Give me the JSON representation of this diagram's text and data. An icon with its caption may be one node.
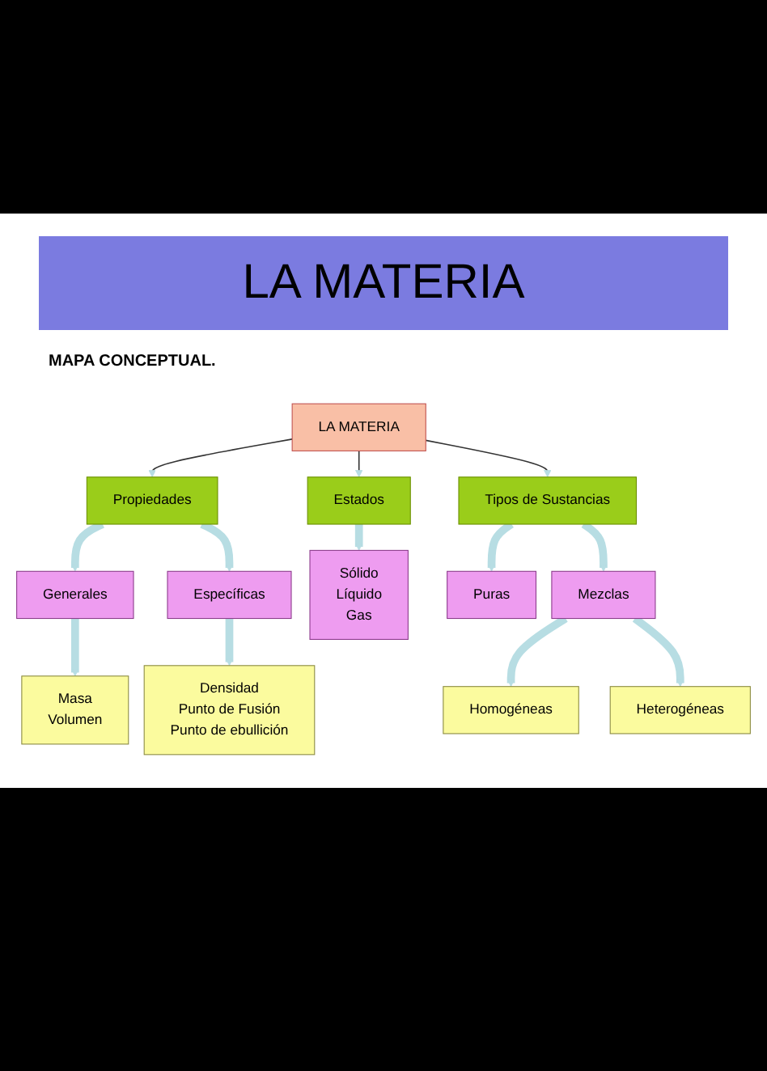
{
  "diagram": {
    "title": "LA MATERIA",
    "nodes": [
      {
        "text": [
          "LA MATERIA"
        ]
      },
      {
        "text": [
          "Propiedades"
        ]
      },
      {
        "text": [
          "Estados"
        ]
      },
      {
        "text": [
          "Tipos de Sustancias"
        ]
      },
      {
        "text": [
          "Generales"
        ]
      },
      {
        "text": [
          "Específicas"
        ]
      },
      {
        "text": [
          "Sólido",
          "Líquido",
          "Gas"
        ]
      },
      {
        "text": [
          "Puras"
        ]
      },
      {
        "text": [
          "Mezclas"
        ]
      },
      {
        "text": [
          "Masa",
          "Volumen"
        ]
      },
      {
        "text": [
          "Densidad",
          "Punto de Fusión",
          "Punto de ebullición"
        ]
      },
      {
        "text": [
          "Homogéneas"
        ]
      },
      {
        "text": [
          "Heterogéneas"
        ]
      }
    ],
    "edges": [
      {
        "from": 0,
        "to": 1,
        "arrow": "to",
        "color": "#333333"
      },
      {
        "from": 0,
        "to": 2,
        "arrow": "to",
        "color": "#333333"
      },
      {
        "from": 0,
        "to": 3,
        "arrow": "to",
        "color": "#333333"
      },
      {
        "from": 1,
        "to": 4,
        "arrow": "to"
      },
      {
        "from": 1,
        "to": 5,
        "arrow": "to"
      },
      {
        "from": 2,
        "to": 6,
        "arrow": "to"
      },
      {
        "from": 3,
        "to": 7,
        "arrow": "to"
      },
      {
        "from": 3,
        "to": 8,
        "arrow": "to"
      },
      {
        "from": 4,
        "to": 9,
        "arrow": "to"
      },
      {
        "from": 5,
        "to": 10,
        "arrow": "to"
      },
      {
        "from": 8,
        "to": 11,
        "arrow": "to"
      },
      {
        "from": 8,
        "to": 12,
        "arrow": "to"
      }
    ],
    "labels": [
      "MAPA CONCEPTUAL."
    ]
  }
}
